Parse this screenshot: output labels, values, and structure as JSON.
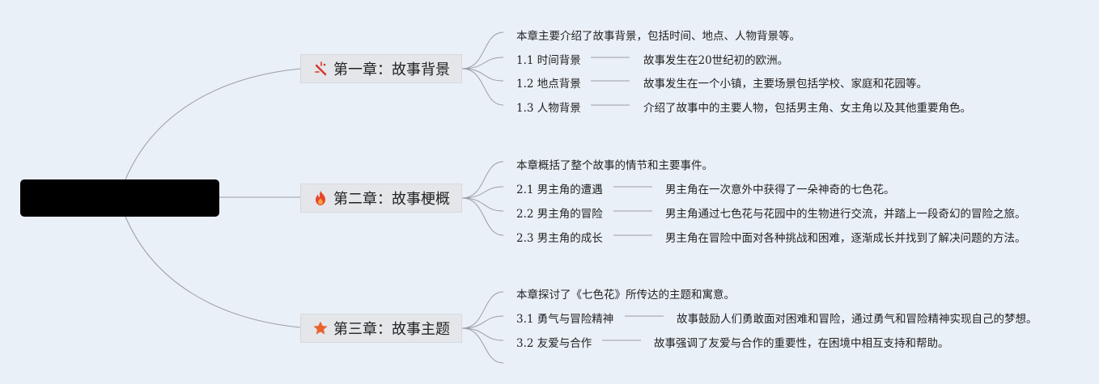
{
  "root": {
    "label": ""
  },
  "chapters": [
    {
      "title": "第一章：故事背景",
      "icon": "magic-wand-icon",
      "intro": "本章主要介绍了故事背景，包括时间、地点、人物背景等。",
      "subs": [
        {
          "label": "1.1 时间背景",
          "desc": "故事发生在20世纪初的欧洲。"
        },
        {
          "label": "1.2 地点背景",
          "desc": "故事发生在一个小镇，主要场景包括学校、家庭和花园等。"
        },
        {
          "label": "1.3 人物背景",
          "desc": "介绍了故事中的主要人物，包括男主角、女主角以及其他重要角色。"
        }
      ]
    },
    {
      "title": "第二章：故事梗概",
      "icon": "fire-icon",
      "intro": "本章概括了整个故事的情节和主要事件。",
      "subs": [
        {
          "label": "2.1 男主角的遭遇",
          "desc": "男主角在一次意外中获得了一朵神奇的七色花。"
        },
        {
          "label": "2.2 男主角的冒险",
          "desc": "男主角通过七色花与花园中的生物进行交流，并踏上一段奇幻的冒险之旅。"
        },
        {
          "label": "2.3 男主角的成长",
          "desc": "男主角在冒险中面对各种挑战和困难，逐渐成长并找到了解决问题的方法。"
        }
      ]
    },
    {
      "title": "第三章：故事主题",
      "icon": "star-icon",
      "intro": "本章探讨了《七色花》所传达的主题和寓意。",
      "subs": [
        {
          "label": "3.1 勇气与冒险精神",
          "desc": "故事鼓励人们勇敢面对困难和冒险，通过勇气和冒险精神实现自己的梦想。"
        },
        {
          "label": "3.2 友爱与合作",
          "desc": "故事强调了友爱与合作的重要性，在困境中相互支持和帮助。"
        }
      ]
    }
  ],
  "colors": {
    "background": "#eaf0f8",
    "line": "#9a9ea6",
    "root": "#000000",
    "chapter_box": "#e4e6ea",
    "icon_wand": "#d9342b",
    "icon_fire": "#e8452c",
    "icon_star": "#e8642c"
  }
}
